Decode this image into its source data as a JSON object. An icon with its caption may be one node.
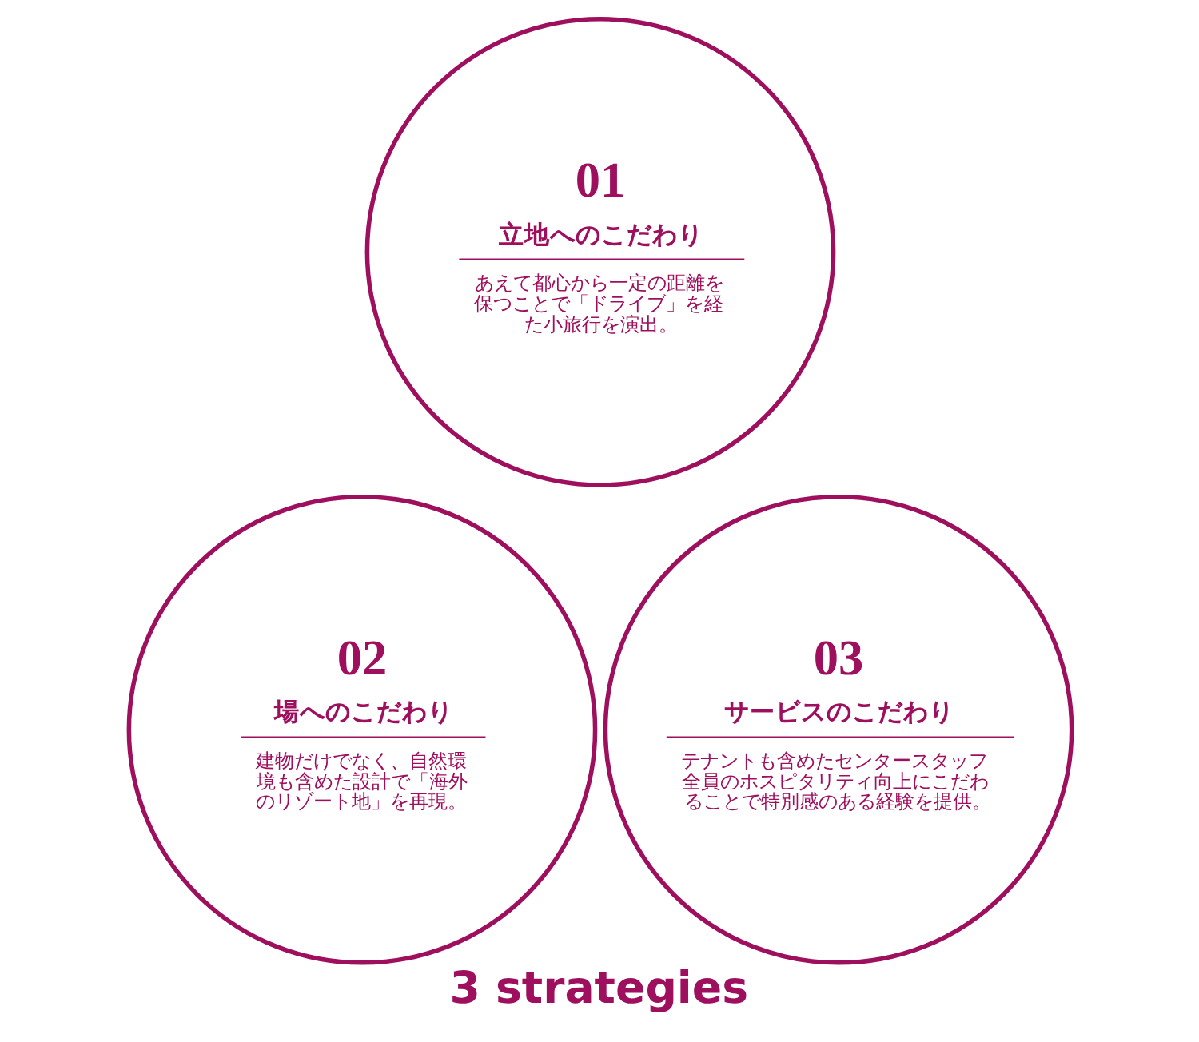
{
  "diagram": {
    "caption": "3 strategies",
    "nodes": [
      {
        "text": [
          "01",
          "立地へのこだわり",
          "あえて都心から一定の距離を保つことで「ドライブ」を経た小旅行を演出。"
        ]
      },
      {
        "text": [
          "02",
          "場へのこだわり",
          "建物だけでなく、自然環境も含めた設計で「海外のリゾート地」を再現。"
        ]
      },
      {
        "text": [
          "03",
          "サービスのこだわり",
          "テナントも含めたセンタースタッフ全員のホスピタリティ向上にこだわることで特別感のある経験を提供。"
        ]
      }
    ]
  }
}
